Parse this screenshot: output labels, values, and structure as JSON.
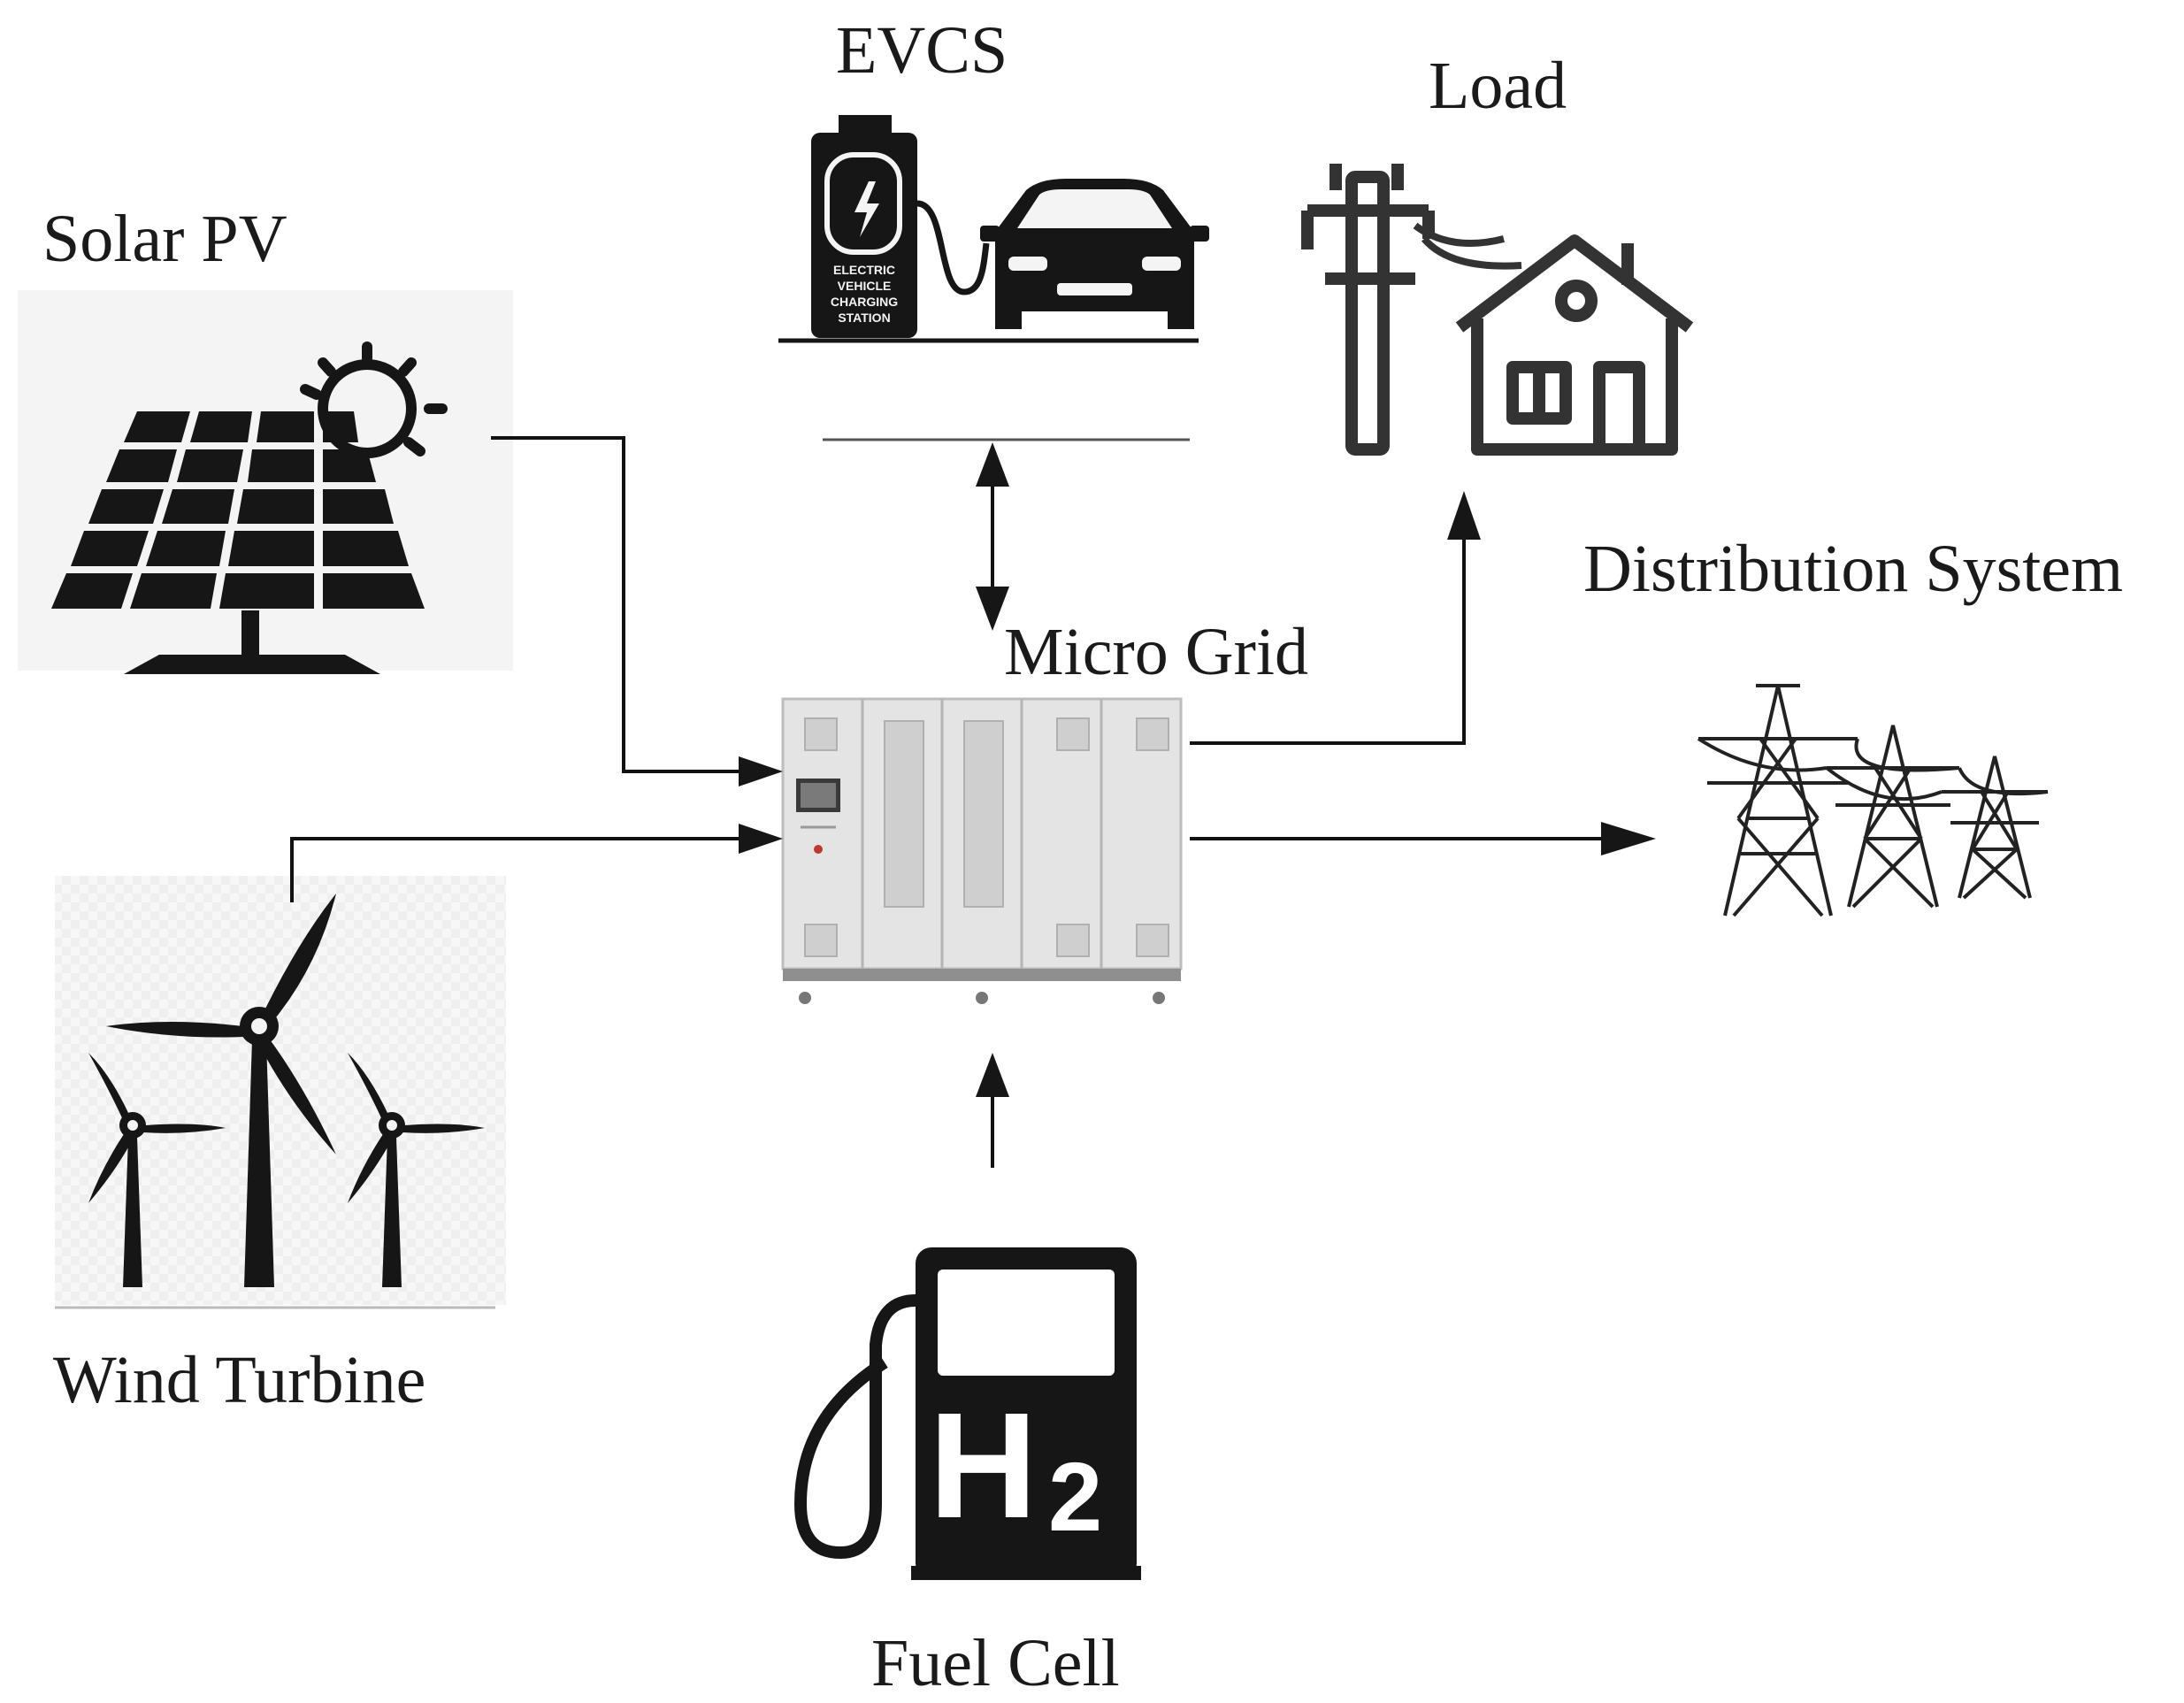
{
  "labels": {
    "solar_pv": "Solar PV",
    "evcs": "EVCS",
    "load": "Load",
    "distribution_system": "Distribution System",
    "micro_grid": "Micro Grid",
    "wind_turbine": "Wind Turbine",
    "fuel_cell": "Fuel Cell"
  },
  "station_text": [
    "ELECTRIC",
    "VEHICLE",
    "CHARGING",
    "STATION"
  ],
  "fuel_text": {
    "letter": "H",
    "subscript": "2"
  },
  "colors": {
    "line": "#111111",
    "icon": "#161616",
    "cabinet": "#e6e6e6",
    "background": "#ffffff"
  }
}
